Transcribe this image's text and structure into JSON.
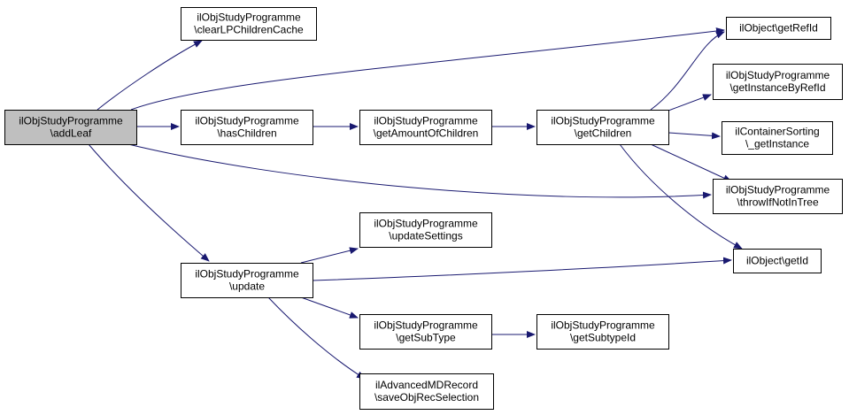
{
  "diagram": {
    "colors": {
      "edge": "#191970",
      "node_border": "#000000",
      "node_fill": "#ffffff",
      "root_fill": "#bfbfbf"
    },
    "nodes": [
      {
        "id": "addLeaf",
        "lines": [
          "ilObjStudyProgramme",
          "\\addLeaf"
        ],
        "root": true
      },
      {
        "id": "clearLPChildrenCache",
        "lines": [
          "ilObjStudyProgramme",
          "\\clearLPChildrenCache"
        ]
      },
      {
        "id": "hasChildren",
        "lines": [
          "ilObjStudyProgramme",
          "\\hasChildren"
        ]
      },
      {
        "id": "update",
        "lines": [
          "ilObjStudyProgramme",
          "\\update"
        ]
      },
      {
        "id": "getAmountOfChildren",
        "lines": [
          "ilObjStudyProgramme",
          "\\getAmountOfChildren"
        ]
      },
      {
        "id": "updateSettings",
        "lines": [
          "ilObjStudyProgramme",
          "\\updateSettings"
        ]
      },
      {
        "id": "getSubType",
        "lines": [
          "ilObjStudyProgramme",
          "\\getSubType"
        ]
      },
      {
        "id": "saveObjRecSelection",
        "lines": [
          "ilAdvancedMDRecord",
          "\\saveObjRecSelection"
        ]
      },
      {
        "id": "getChildren",
        "lines": [
          "ilObjStudyProgramme",
          "\\getChildren"
        ]
      },
      {
        "id": "getSubtypeId",
        "lines": [
          "ilObjStudyProgramme",
          "\\getSubtypeId"
        ]
      },
      {
        "id": "getRefId",
        "lines": [
          "ilObject\\getRefId"
        ]
      },
      {
        "id": "getInstanceByRefId",
        "lines": [
          "ilObjStudyProgramme",
          "\\getInstanceByRefId"
        ]
      },
      {
        "id": "getInstance",
        "lines": [
          "ilContainerSorting",
          "\\_getInstance"
        ]
      },
      {
        "id": "throwIfNotInTree",
        "lines": [
          "ilObjStudyProgramme",
          "\\throwIfNotInTree"
        ]
      },
      {
        "id": "getId",
        "lines": [
          "ilObject\\getId"
        ]
      }
    ],
    "edges": [
      {
        "from": "addLeaf",
        "to": "clearLPChildrenCache"
      },
      {
        "from": "addLeaf",
        "to": "getRefId"
      },
      {
        "from": "addLeaf",
        "to": "hasChildren"
      },
      {
        "from": "addLeaf",
        "to": "throwIfNotInTree"
      },
      {
        "from": "addLeaf",
        "to": "update"
      },
      {
        "from": "hasChildren",
        "to": "getAmountOfChildren"
      },
      {
        "from": "getAmountOfChildren",
        "to": "getChildren"
      },
      {
        "from": "getChildren",
        "to": "getRefId"
      },
      {
        "from": "getChildren",
        "to": "getInstanceByRefId"
      },
      {
        "from": "getChildren",
        "to": "getInstance"
      },
      {
        "from": "getChildren",
        "to": "throwIfNotInTree"
      },
      {
        "from": "getChildren",
        "to": "getId"
      },
      {
        "from": "update",
        "to": "updateSettings"
      },
      {
        "from": "update",
        "to": "getId"
      },
      {
        "from": "update",
        "to": "getSubType"
      },
      {
        "from": "update",
        "to": "saveObjRecSelection"
      },
      {
        "from": "getSubType",
        "to": "getSubtypeId"
      }
    ]
  }
}
